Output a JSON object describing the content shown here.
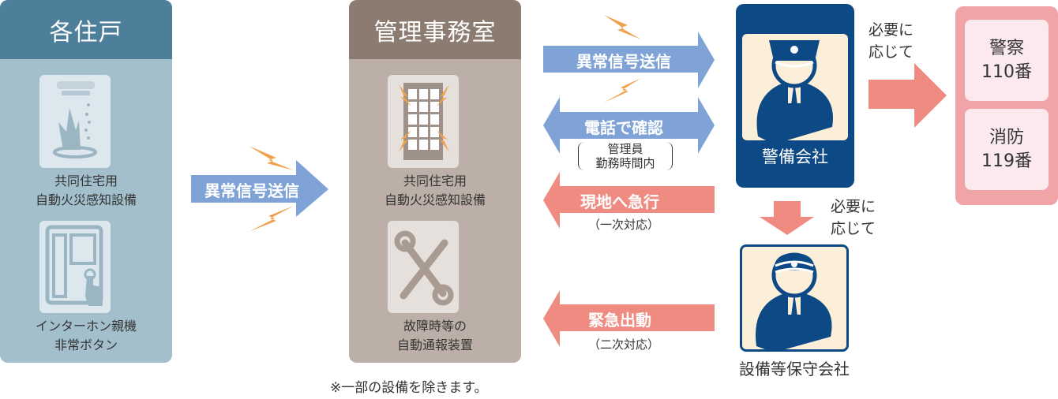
{
  "residence": {
    "title": "各住戸",
    "item1": [
      "共同住宅用",
      "自動火災感知設備"
    ],
    "item2": [
      "インターホン親機",
      "非常ボタン"
    ]
  },
  "office": {
    "title": "管理事務室",
    "item1": [
      "共同住宅用",
      "自動火災感知設備"
    ],
    "item2": [
      "故障時等の",
      "自動通報装置"
    ]
  },
  "arrows": {
    "signal1": "異常信号送信",
    "signal2": "異常信号送信",
    "phone": "電話で確認",
    "phone_note": [
      "管理員",
      "勤務時間内"
    ],
    "rush": "現地へ急行",
    "rush_note": "（一次対応）",
    "dispatch": "緊急出動",
    "dispatch_note": "（二次対応）"
  },
  "security": {
    "label": "警備会社"
  },
  "maintenance": {
    "label": "設備等保守会社"
  },
  "as_needed1": [
    "必要に",
    "応じて"
  ],
  "as_needed2": [
    "必要に",
    "応じて"
  ],
  "emergency": {
    "police": [
      "警察",
      "110番"
    ],
    "fire": [
      "消防",
      "119番"
    ]
  },
  "footnote": "※一部の設備を除きます。",
  "colors": {
    "blue_head": "#4d7f9a",
    "blue_body": "#a3bfcc",
    "brown_head": "#8c7b70",
    "brown_body": "#bcafa7",
    "arrow_blue": "#7fa3d6",
    "arrow_pink": "#ef8b80",
    "navy": "#0d4a85",
    "bolt": "#f0a04a"
  }
}
